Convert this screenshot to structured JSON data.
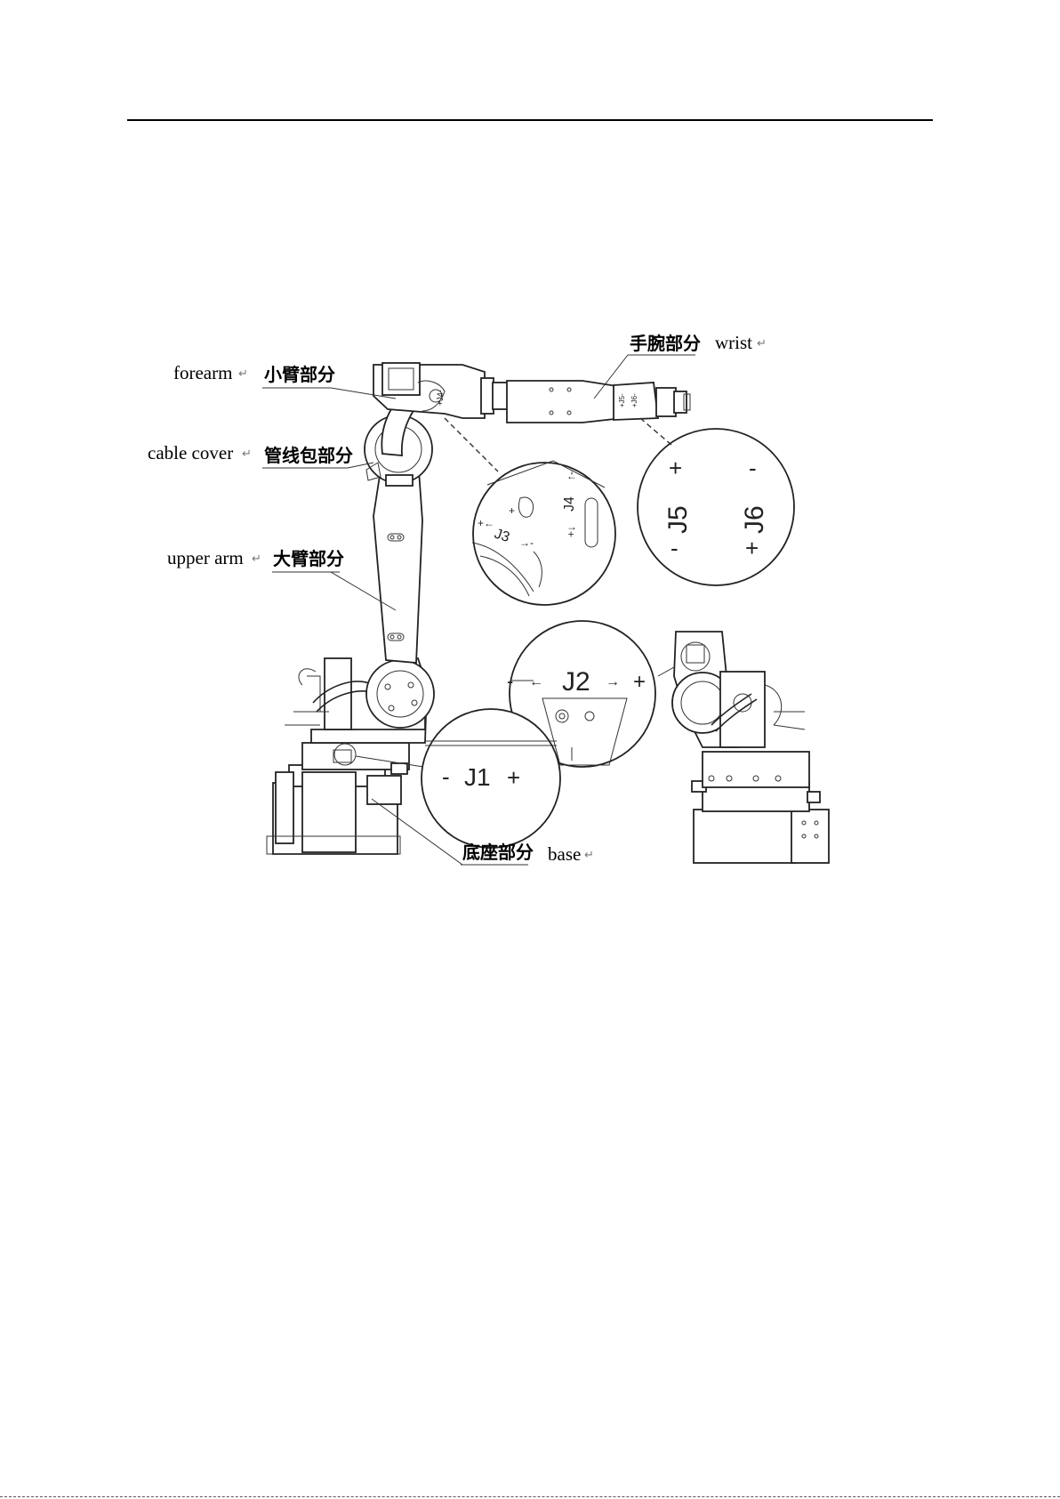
{
  "labels": {
    "wrist_cn": "手腕部分",
    "wrist_en": "wrist",
    "forearm_cn": "小臂部分",
    "forearm_en": "forearm",
    "cable_cover_cn": "管线包部分",
    "cable_cover_en": "cable cover",
    "upper_arm_cn": "大臂部分",
    "upper_arm_en": "upper arm",
    "base_cn": "底座部分",
    "base_en": "base",
    "return_mark": "↵"
  },
  "joints": {
    "j1": {
      "label": "J1",
      "minus": "-",
      "plus": "+"
    },
    "j2": {
      "label": "J2",
      "minus": "-",
      "plus": "+"
    },
    "j3": {
      "label": "J3"
    },
    "j4": {
      "label": "J4"
    },
    "j5": {
      "label": "J5",
      "minus": "-",
      "plus": "+"
    },
    "j6": {
      "label": "J6",
      "minus": "-",
      "plus": "+"
    }
  }
}
